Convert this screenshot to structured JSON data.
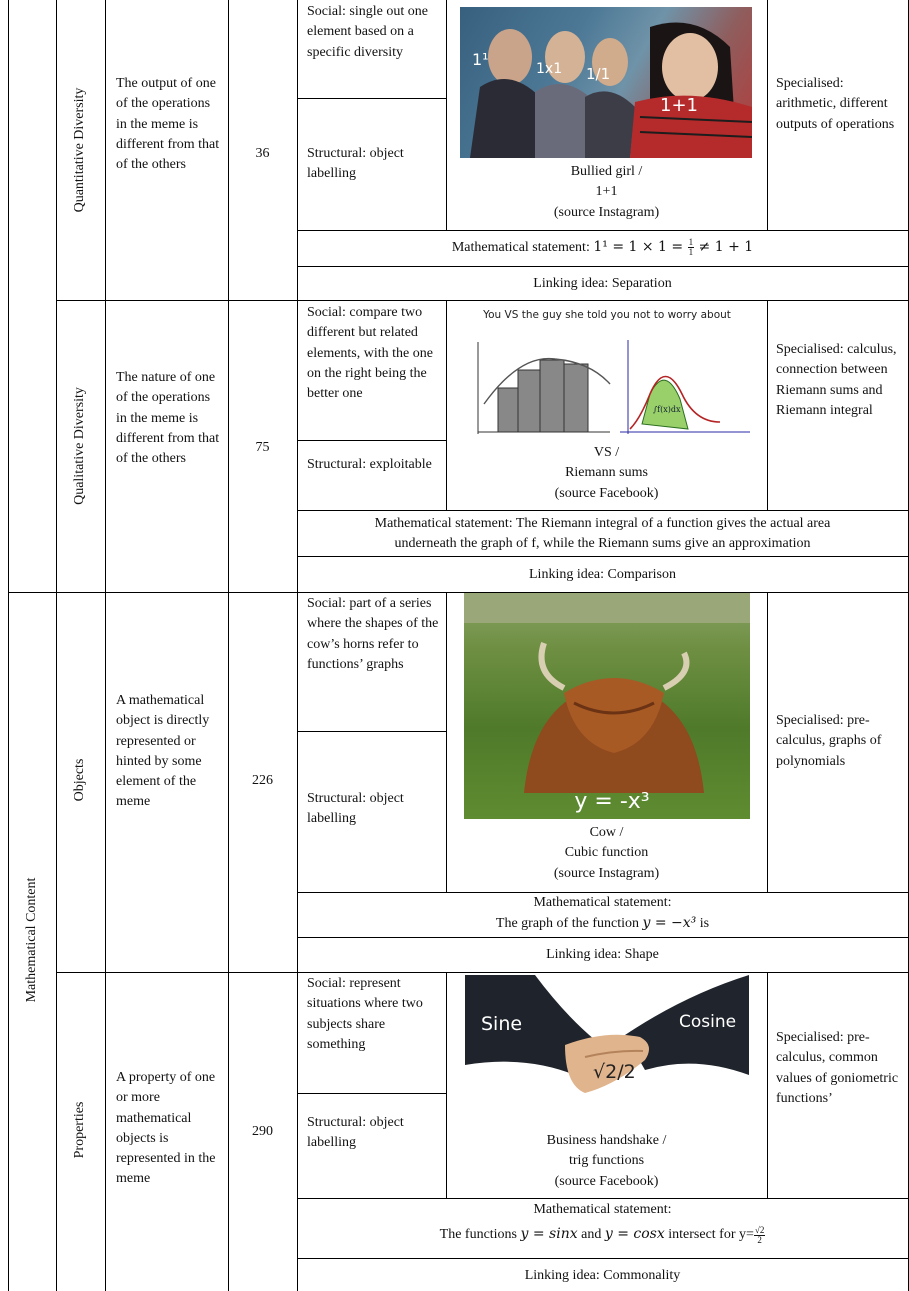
{
  "category": "Mathematical Content",
  "rows": [
    {
      "type": "Quantitative Diversity",
      "description": "The output of one of the operations in the meme is different from that of the others",
      "count": "36",
      "social": "Social: single out one element based on a specific diversity",
      "structural": "Structural: object labelling",
      "image_labels": [
        "1¹",
        "1x1",
        "1/1",
        "1+1"
      ],
      "caption": [
        "Bullied girl /",
        "1+1",
        "(source Instagram)"
      ],
      "specialised": "Specialised: arithmetic, different outputs of operations",
      "math_statement_prefix": "Mathematical statement: ",
      "math_statement_expr": "1¹ = 1 × 1 = ",
      "math_statement_tail": " ≠ 1 + 1",
      "frac_num": "1",
      "frac_den": "1",
      "linking": "Linking idea: Separation"
    },
    {
      "type": "Qualitative Diversity",
      "description": "The nature of one of the operations in the meme is different from that of the others",
      "count": "75",
      "social": "Social: compare two different but related elements, with the one on the right being the better one",
      "structural": "Structural: exploitable",
      "image_title": "You VS the guy she told you not to worry about",
      "caption": [
        "VS /",
        "Riemann sums",
        "(source Facebook)"
      ],
      "specialised": "Specialised: calculus, connection between Riemann sums and Riemann integral",
      "math_statement_1": "Mathematical statement: The Riemann integral of a function gives the actual area",
      "math_statement_2": "underneath the graph of f, while the Riemann sums give an approximation",
      "linking": "Linking idea: Comparison"
    },
    {
      "type": "Objects",
      "description": "A mathematical object is directly represented or hinted by some element of the meme",
      "count": "226",
      "social": "Social: part of a series where the shapes of the cow’s horns refer to functions’ graphs",
      "structural": "Structural: object labelling",
      "image_label": "y = -x³",
      "caption": [
        "Cow /",
        "Cubic function",
        "(source Instagram)"
      ],
      "specialised": "Specialised: pre-calculus, graphs of polynomials",
      "math_statement_1": "Mathematical statement:",
      "math_statement_2_prefix": "The graph of the function ",
      "math_statement_2_expr": "y = −x³",
      "math_statement_2_suffix": " is",
      "linking": "Linking idea: Shape"
    },
    {
      "type": "Properties",
      "description": "A property of one or more mathematical objects is represented in the meme",
      "count": "290",
      "social": "Social: represent situations where two subjects share something",
      "structural": "Structural: object labelling",
      "image_labels": [
        "Sine",
        "Cosine",
        "√2/2"
      ],
      "caption": [
        "Business handshake /",
        "trig functions",
        "(source Facebook)"
      ],
      "specialised": "Specialised: pre-calculus, common values of goniometric functions’",
      "math_statement_1": "Mathematical statement:",
      "math_statement_2_prefix": "The functions ",
      "math_statement_2_expr1": "y = sinx",
      "math_statement_2_mid": " and ",
      "math_statement_2_expr2": "y = cosx",
      "math_statement_2_suffix": " intersect for y=",
      "frac_num": "√2",
      "frac_den": "2",
      "linking": "Linking idea: Commonality"
    }
  ]
}
